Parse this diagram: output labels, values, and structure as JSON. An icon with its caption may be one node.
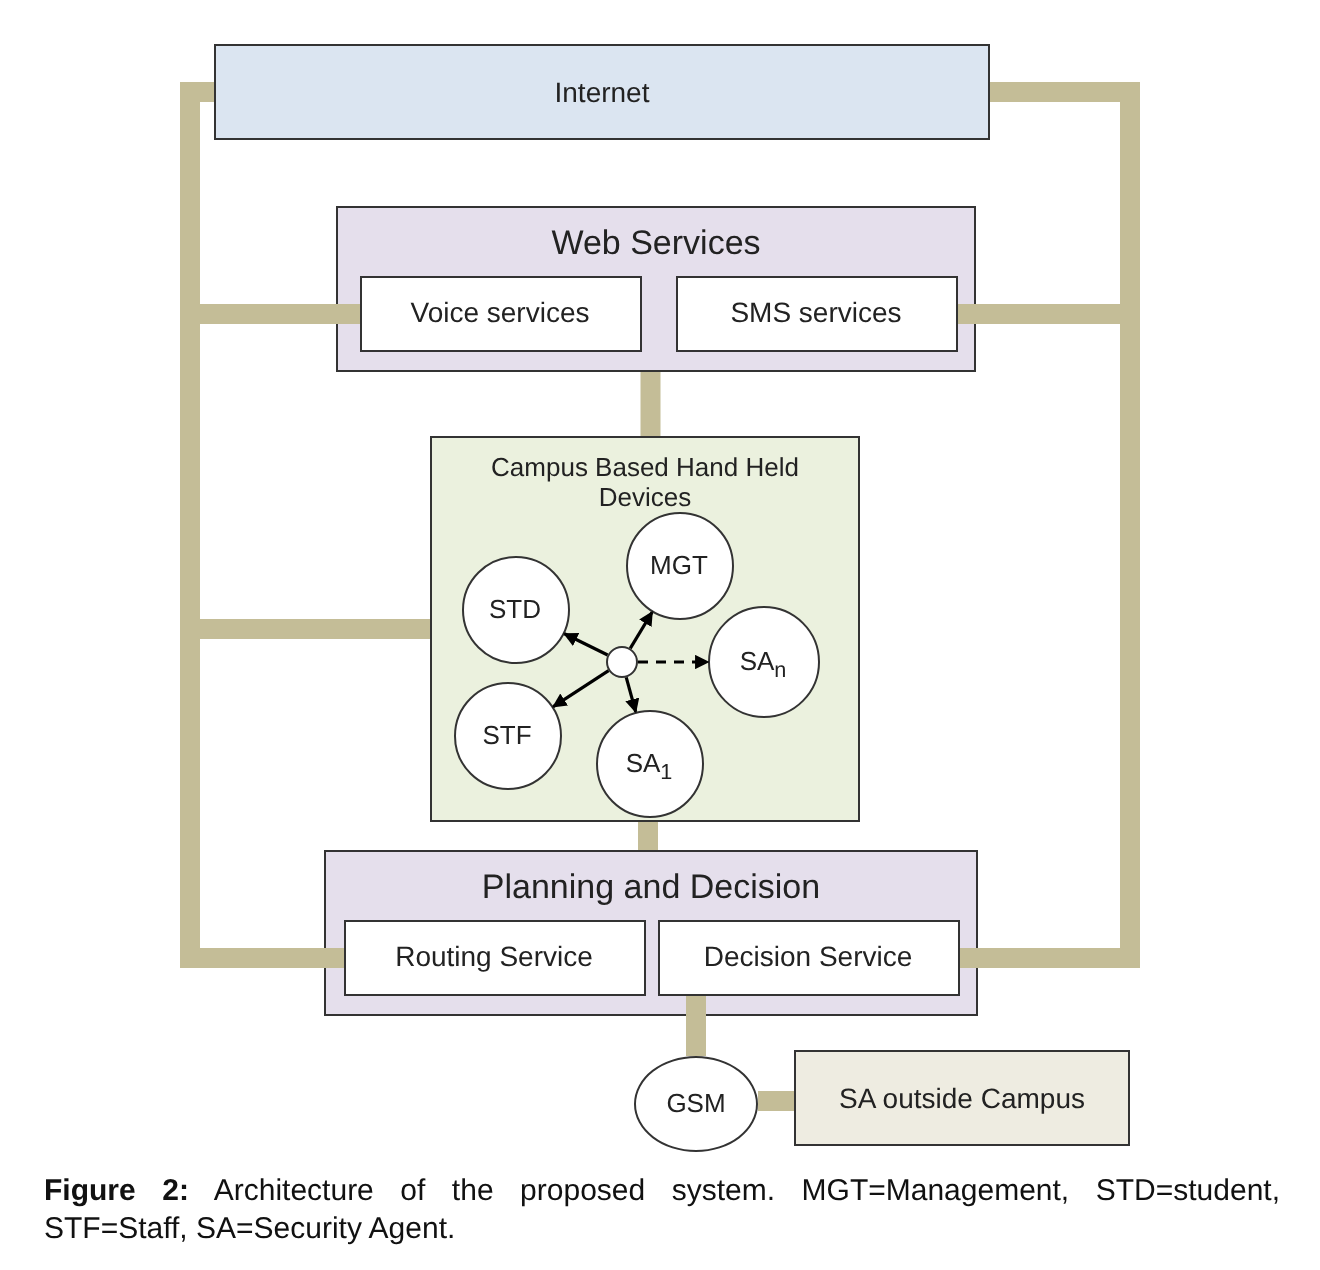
{
  "diagram": {
    "caption": "**Figure 2:** Architecture of the proposed system. MGT=Management, STD=student, STF=Staff, SA=Security Agent.",
    "nodes": [
      {
        "text": [
          "Internet"
        ]
      },
      {
        "text": [
          "Web Services"
        ]
      },
      {
        "text": [
          "Voice services"
        ],
        "in": 1
      },
      {
        "text": [
          "SMS services"
        ],
        "in": 1
      },
      {
        "text": [
          "Campus Based Hand Held Devices"
        ]
      },
      {
        "text": [],
        "shape": "circle",
        "in": 4
      },
      {
        "text": [
          "STD"
        ],
        "in": 4
      },
      {
        "text": [
          "MGT"
        ],
        "in": 4
      },
      {
        "text": [
          "SA$_{n}$"
        ],
        "in": 4
      },
      {
        "text": [
          "STF"
        ],
        "in": 4
      },
      {
        "text": [
          "SA$_{1}$"
        ],
        "in": 4
      },
      {
        "text": [
          "Planning and Decision"
        ]
      },
      {
        "text": [
          "Routing Service"
        ],
        "in": 11
      },
      {
        "text": [
          "Decision Service"
        ],
        "in": 11
      },
      {
        "text": [
          "GSM"
        ]
      },
      {
        "text": [
          "SA outside Campus"
        ]
      }
    ],
    "edges": [
      {
        "from": 0,
        "to": 2,
        "arrow": "none"
      },
      {
        "from": 0,
        "to": 4,
        "arrow": "none"
      },
      {
        "from": 0,
        "to": 12,
        "arrow": "none"
      },
      {
        "from": 0,
        "to": 3,
        "arrow": "none"
      },
      {
        "from": 0,
        "to": 13,
        "arrow": "none"
      },
      {
        "from": 1,
        "to": 4,
        "arrow": "none"
      },
      {
        "from": 4,
        "to": 11,
        "arrow": "none"
      },
      {
        "from": 13,
        "to": 14,
        "arrow": "none"
      },
      {
        "from": 14,
        "to": 15,
        "arrow": "none"
      },
      {
        "from": 5,
        "to": 6,
        "arrow": "to",
        "color": "#000000"
      },
      {
        "from": 5,
        "to": 7,
        "arrow": "to",
        "color": "#000000"
      },
      {
        "from": 5,
        "to": 9,
        "arrow": "to",
        "color": "#000000"
      },
      {
        "from": 5,
        "to": 10,
        "arrow": "to",
        "color": "#000000"
      },
      {
        "from": 5,
        "to": 8,
        "arrow": "to",
        "style": "dashed",
        "color": "#000000"
      }
    ]
  }
}
